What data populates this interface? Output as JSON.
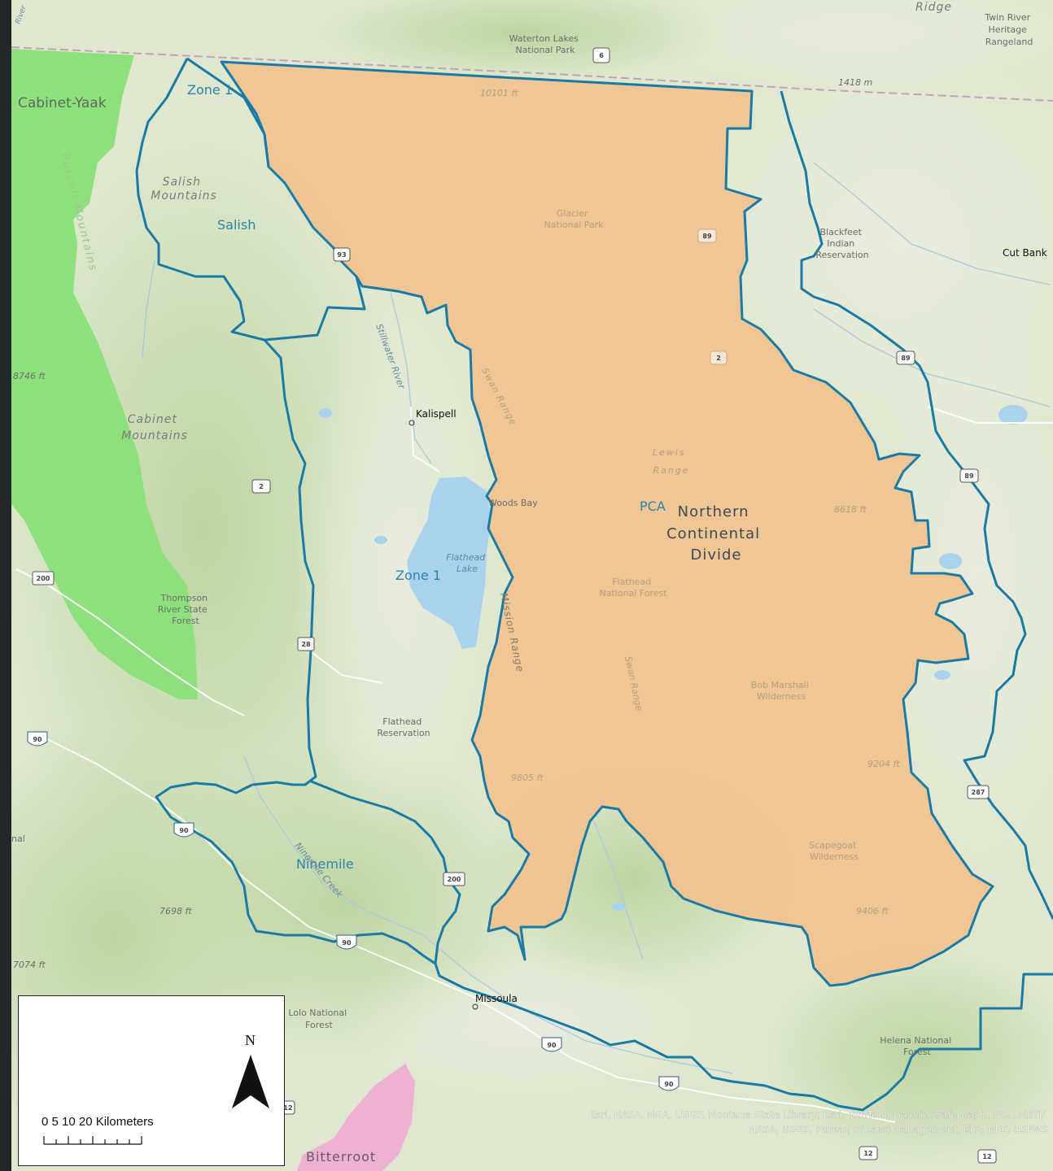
{
  "labels": {
    "ridge": "Ridge",
    "twin_river": [
      "Twin River",
      "Heritage",
      "Rangeland"
    ],
    "waterton": [
      "Waterton Lakes",
      "National Park"
    ],
    "elev_1418": "1418 m",
    "cabinet_yaak": "Cabinet-Yaak",
    "zone1_top": "Zone 1",
    "elev_10101": "10101 ft",
    "purcell": "Purcell Mountains",
    "salish_mtns": [
      "Salish",
      "Mountains"
    ],
    "salish": "Salish",
    "glacier": [
      "Glacier",
      "National Park"
    ],
    "blackfeet": [
      "Blackfeet",
      "Indian",
      "Reservation"
    ],
    "cut_bank": "Cut Bank",
    "stillwater": "Stillwater River",
    "swan_range_n": "Swan Range",
    "elev_8746": "8746 ft",
    "cabinet_mtns": [
      "Cabinet",
      "Mountains"
    ],
    "kalispell": "Kalispell",
    "lewis_range": [
      "Lewis",
      "Range"
    ],
    "woods_bay": "Woods Bay",
    "pca": "PCA",
    "ncd": [
      "Northern",
      "Continental",
      "Divide"
    ],
    "elev_8618": "8618 ft",
    "flathead_lake": [
      "Flathead",
      "Lake"
    ],
    "zone1_mid": "Zone 1",
    "flathead_nf": [
      "Flathead",
      "National Forest"
    ],
    "thompson": [
      "Thompson",
      "River State",
      "Forest"
    ],
    "mission_range": "Mission Range",
    "swan_range_s": "Swan Range",
    "bob_marshall": [
      "Bob Marshall",
      "Wilderness"
    ],
    "flathead_res": [
      "Flathead",
      "Reservation"
    ],
    "elev_9805": "9805 ft",
    "elev_9204": "9204 ft",
    "nal": "nal",
    "ninemile": "Ninemile",
    "ninemile_creek": "Ninemile Creek",
    "scapegoat": [
      "Scapegoat",
      "Wilderness"
    ],
    "elev_7698": "7698 ft",
    "elev_9406": "9406 ft",
    "elev_7074": "7074 ft",
    "missoula": "Missoula",
    "lolo": [
      "Lolo National",
      "Forest"
    ],
    "helena": [
      "Helena National",
      "Forest"
    ],
    "bitterroot": "Bitterroot",
    "river_top": "River"
  },
  "highways": {
    "h6": "6",
    "h89a": "89",
    "h93": "93",
    "h2a": "2",
    "h89b": "89",
    "h2b": "2",
    "h89c": "89",
    "h200": "200",
    "h28": "28",
    "h90a": "90",
    "h90b": "90",
    "h287": "287",
    "h200b": "200",
    "h90c": "90",
    "h90d": "90",
    "h90e": "90",
    "h12a": "12",
    "h12b": "12",
    "h12c": "12"
  },
  "attribution": [
    "Esri, NASA, NGA, USGS, Montana State Library, Esri, TomTom, Garmin, SafeGraph, FAO, METI/",
    "NASA, USGS, Bureau of Land Management, EPA, NPS, USFWS"
  ],
  "legend": {
    "north": "N",
    "scale_text": "0  5 10      20 Kilometers"
  },
  "colors": {
    "boundary": "#1a7aa6",
    "pca_fill": "#f1c28f",
    "terrain_green": "#cfe0b3",
    "cabinet_yaak": "#8ee07c",
    "bitterroot": "#eeb0d3",
    "water": "#a9d3ec"
  }
}
